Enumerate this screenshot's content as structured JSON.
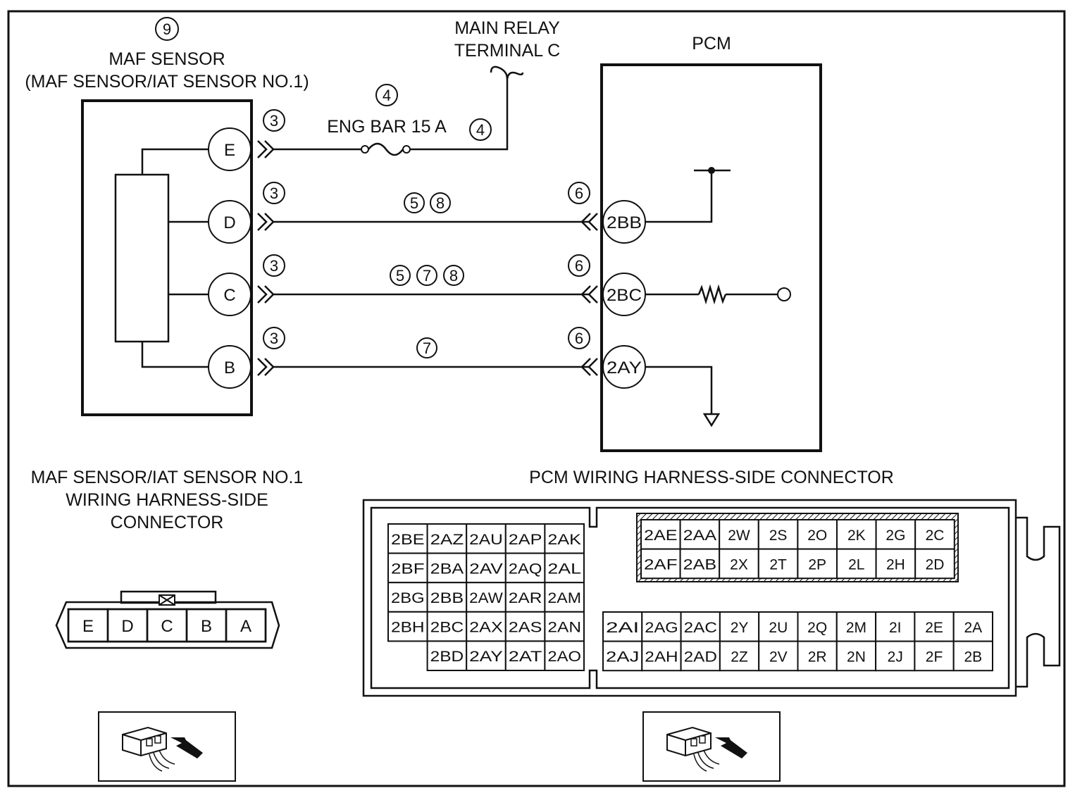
{
  "maf": {
    "ref": "9",
    "title": "MAF SENSOR",
    "subtitle": "(MAF SENSOR/IAT SENSOR NO.1)",
    "pins": [
      "E",
      "D",
      "C",
      "B"
    ]
  },
  "relay": {
    "line1": "MAIN RELAY",
    "line2": "TERMINAL C"
  },
  "fuse": {
    "label": "ENG BAR 15 A",
    "ref": "4"
  },
  "pcm": {
    "title": "PCM",
    "pins": [
      "2BB",
      "2BC",
      "2AY"
    ]
  },
  "wires": [
    {
      "from": "E",
      "connector_ref": "3",
      "refs": [],
      "to": "MAIN RELAY TERMINAL C",
      "to_ref": "4"
    },
    {
      "from": "D",
      "connector_ref": "3",
      "refs": [
        "5",
        "8"
      ],
      "to": "2BB",
      "to_ref": "6"
    },
    {
      "from": "C",
      "connector_ref": "3",
      "refs": [
        "5",
        "7",
        "8"
      ],
      "to": "2BC",
      "to_ref": "6"
    },
    {
      "from": "B",
      "connector_ref": "3",
      "refs": [
        "7"
      ],
      "to": "2AY",
      "to_ref": "6"
    }
  ],
  "maf_connector": {
    "title_lines": [
      "MAF SENSOR/IAT SENSOR NO.1",
      "WIRING HARNESS-SIDE",
      "CONNECTOR"
    ],
    "pins": [
      "E",
      "D",
      "C",
      "B",
      "A"
    ]
  },
  "pcm_connector": {
    "title": "PCM WIRING HARNESS-SIDE CONNECTOR",
    "left_block": [
      [
        "2BE",
        "2AZ",
        "2AU",
        "2AP",
        "2AK"
      ],
      [
        "2BF",
        "2BA",
        "2AV",
        "2AQ",
        "2AL"
      ],
      [
        "2BG",
        "2BB",
        "2AW",
        "2AR",
        "2AM"
      ],
      [
        "2BH",
        "2BC",
        "2AX",
        "2AS",
        "2AN"
      ],
      [
        "",
        "2BD",
        "2AY",
        "2AT",
        "2AO"
      ]
    ],
    "top_right_block": [
      [
        "2AE",
        "2AA",
        "2W",
        "2S",
        "2O",
        "2K",
        "2G",
        "2C"
      ],
      [
        "2AF",
        "2AB",
        "2X",
        "2T",
        "2P",
        "2L",
        "2H",
        "2D"
      ]
    ],
    "bottom_right_block": [
      [
        "2AI",
        "2AG",
        "2AC",
        "2Y",
        "2U",
        "2Q",
        "2M",
        "2I",
        "2E",
        "2A"
      ],
      [
        "2AJ",
        "2AH",
        "2AD",
        "2Z",
        "2V",
        "2R",
        "2N",
        "2J",
        "2F",
        "2B"
      ]
    ]
  },
  "icons": [
    "connector-view-icon",
    "connector-view-icon"
  ]
}
